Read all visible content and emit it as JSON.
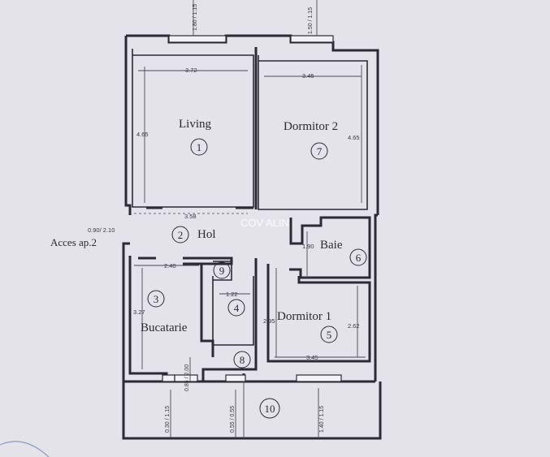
{
  "rooms": {
    "living": {
      "name": "Living",
      "number": "1"
    },
    "hol": {
      "name": "Hol",
      "number": "2"
    },
    "bucatarie": {
      "name": "Bucatarie",
      "number": "3"
    },
    "room4": {
      "number": "4"
    },
    "dormitor1": {
      "name": "Dormitor 1",
      "number": "5"
    },
    "baie": {
      "name": "Baie",
      "number": "6"
    },
    "dormitor2": {
      "name": "Dormitor 2",
      "number": "7"
    },
    "room8": {
      "number": "8"
    },
    "room9": {
      "number": "9"
    },
    "room10": {
      "number": "10"
    }
  },
  "access": {
    "label": "Acces ap.2",
    "door_dim": "0.90/ 2.10"
  },
  "dimensions": {
    "living_width": "3.72",
    "living_height": "4.65",
    "dormitor2_width": "3.45",
    "dormitor2_height": "4.65",
    "hol_width": "3.58",
    "baie_height": "1.90",
    "kitchen_width": "2.40",
    "kitchen_height": "3.27",
    "room4_width": "1.22",
    "dormitor1_left": "2.95",
    "dormitor1_right": "2.62",
    "dormitor1_width": "3.45",
    "window_top_left": "1.80 / 1.15",
    "window_top_right": "1.50 / 1.15",
    "window_bottom_1": "0.30 / 1.15",
    "window_bottom_2": "0.85 / 2.00",
    "window_bottom_3": "0.55 / 0.55",
    "window_bottom_4": "1.40 / 1.15"
  },
  "watermark": "COV ALIN",
  "colors": {
    "paper": "#e4e3e9",
    "ink": "#2b2b33"
  }
}
